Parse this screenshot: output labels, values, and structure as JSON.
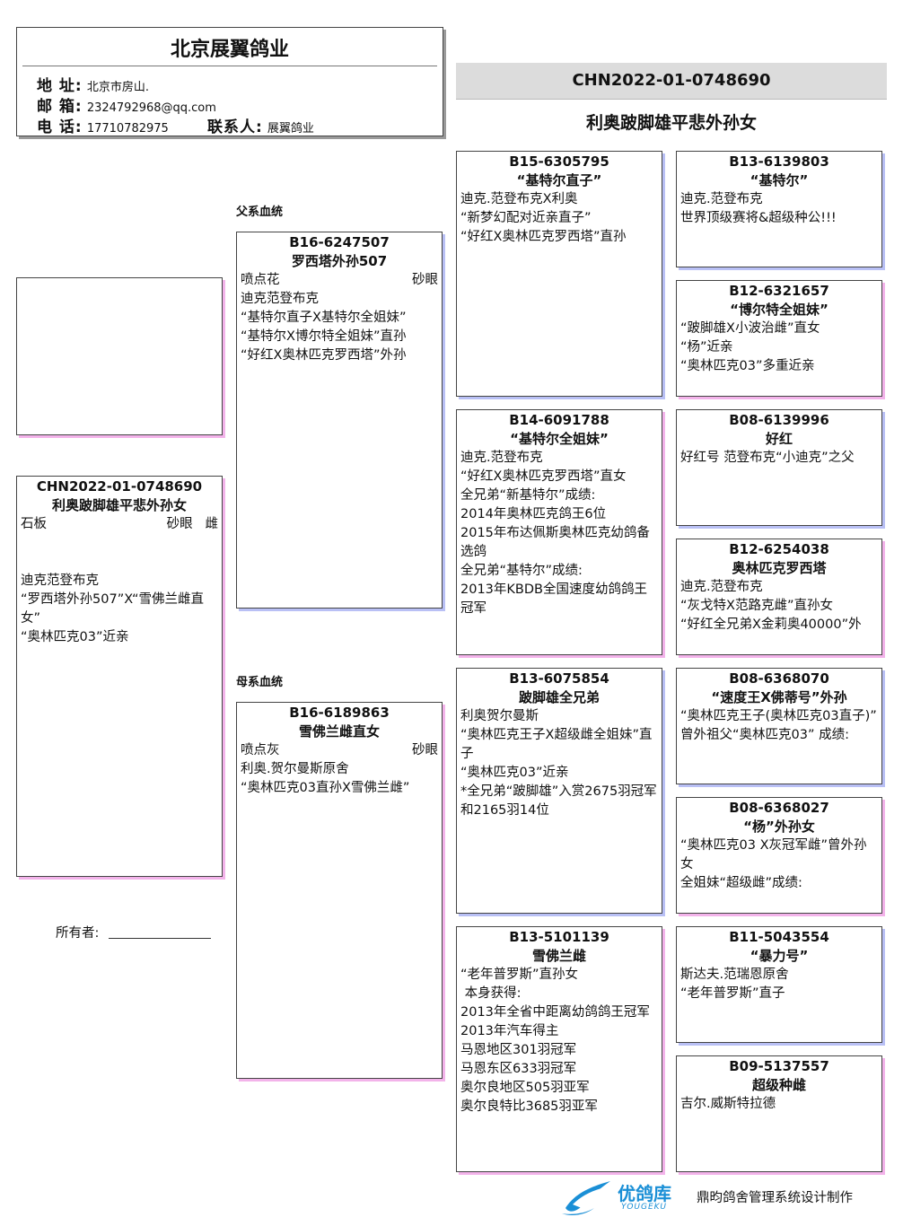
{
  "header": {
    "company": "北京展翼鸽业",
    "address_label": "地 址:",
    "address": "北京市房山.",
    "email_label": "邮 箱:",
    "email": "2324792968@qq.com",
    "phone_label": "电 话:",
    "phone": "17710782975",
    "contact_label": "联系人:",
    "contact": "展翼鸽业"
  },
  "top": {
    "ring": "CHN2022-01-0748690",
    "name": "利奥跛脚雄平悲外孙女"
  },
  "sections": {
    "paternal": "父系血统",
    "maternal": "母系血统"
  },
  "subject": {
    "ring": "CHN2022-01-0748690",
    "name": "利奥跛脚雄平悲外孙女",
    "color": "石板",
    "eye": "砂眼",
    "sex": "雌",
    "lines": [
      "迪克范登布克",
      "“罗西塔外孙507”X“雪佛兰雌直女”",
      "“奥林匹克03”近亲"
    ]
  },
  "owner": {
    "label": "所有者:"
  },
  "sire": {
    "ring": "B16-6247507",
    "name": "罗西塔外孙507",
    "color": "喷点花",
    "eye": "砂眼",
    "lines": [
      "迪克范登布克",
      "“基特尔直子X基特尔全姐妹”",
      "“基特尔X博尔特全姐妹”直孙",
      "“好红X奥林匹克罗西塔”外孙"
    ]
  },
  "dam": {
    "ring": "B16-6189863",
    "name": "雪佛兰雌直女",
    "color": "喷点灰",
    "eye": "砂眼",
    "lines": [
      "",
      "利奥.贺尔曼斯原舍",
      "“奥林匹克03直孙X雪佛兰雌”"
    ]
  },
  "grandparents": [
    {
      "ring": "B15-6305795",
      "name": "“基特尔直子”",
      "lines": [
        "",
        "",
        "迪克.范登布克X利奥",
        "“新梦幻配对近亲直子”",
        "“好红X奥林匹克罗西塔”直孙"
      ]
    },
    {
      "ring": "B14-6091788",
      "name": "“基特尔全姐妹”",
      "lines": [
        "",
        "",
        "迪克.范登布克",
        "“好红X奥林匹克罗西塔”直女",
        "全兄弟“新基特尔”成绩:",
        "2014年奥林匹克鸽王6位",
        "2015年布达佩斯奥林匹克幼鸽备选鸽",
        "全兄弟“基特尔”成绩:",
        "2013年KBDB全国速度幼鸽鸽王冠军"
      ]
    },
    {
      "ring": "B13-6075854",
      "name": "跛脚雄全兄弟",
      "lines": [
        "",
        "利奥贺尔曼斯",
        "“奥林匹克王子X超级雌全姐妹”直子",
        "“奥林匹克03”近亲",
        "*全兄弟“跛脚雄”入赏2675羽冠军和2165羽14位"
      ]
    },
    {
      "ring": "B13-5101139",
      "name": "雪佛兰雌",
      "lines": [
        "",
        "",
        "",
        "“老年普罗斯”直孙女",
        " 本身获得:",
        "2013年全省中距离幼鸽鸽王冠军",
        "2013年汽车得主",
        "马恩地区301羽冠军",
        "马恩东区633羽冠军",
        "奥尔良地区505羽亚军",
        "奥尔良特比3685羽亚军"
      ]
    }
  ],
  "great_grandparents": [
    {
      "ring": "B13-6139803",
      "name": "“基特尔”",
      "lines": [
        "",
        "迪克.范登布克",
        "世界顶级赛将&超级种公!!!"
      ]
    },
    {
      "ring": "B12-6321657",
      "name": "“博尔特全姐妹”",
      "lines": [
        "",
        "“跛脚雄X小波治雌”直女",
        "“杨”近亲",
        "“奥林匹克03”多重近亲"
      ]
    },
    {
      "ring": "B08-6139996",
      "name": "好红",
      "lines": [
        "",
        "好红号 范登布克“小迪克”之父"
      ]
    },
    {
      "ring": "B12-6254038",
      "name": "奥林匹克罗西塔",
      "lines": [
        "",
        "迪克.范登布克",
        "“灰戈特X范路克雌”直孙女",
        "“好红全兄弟X金莉奥40000”外"
      ]
    },
    {
      "ring": "B08-6368070",
      "name": "“速度王X佛蒂号”外孙",
      "lines": [
        "",
        "“奥林匹克王子(奥林匹克03直子)”",
        "曾外祖父“奥林匹克03” 成绩:"
      ]
    },
    {
      "ring": "B08-6368027",
      "name": "“杨”外孙女",
      "lines": [
        "",
        "“奥林匹克03 X灰冠军雌”曾外孙女",
        "全姐妹“超级雌”成绩:"
      ]
    },
    {
      "ring": "B11-5043554",
      "name": "“暴力号”",
      "lines": [
        "",
        "斯达夫.范瑞恩原舍",
        "“老年普罗斯”直子"
      ]
    },
    {
      "ring": "B09-5137557",
      "name": "超级种雌",
      "lines": [
        "",
        "吉尔.威斯特拉德"
      ]
    }
  ],
  "footer": {
    "logo_cn": "优鸽库",
    "logo_en": "YOUGEKU",
    "credit": "鼎昀鸽舍管理系统设计制作"
  }
}
